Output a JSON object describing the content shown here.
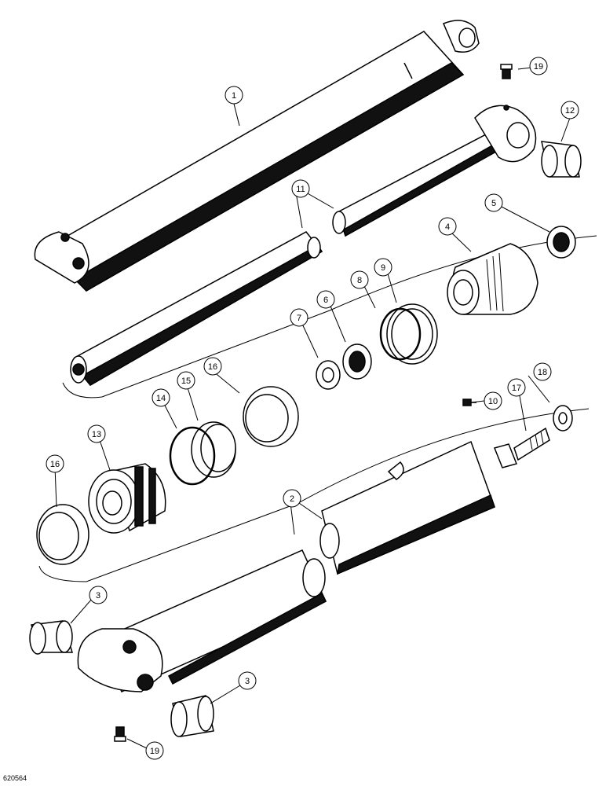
{
  "figure_id": "620564",
  "callouts": [
    {
      "id": "c1",
      "label": "1"
    },
    {
      "id": "c2",
      "label": "2"
    },
    {
      "id": "c3a",
      "label": "3"
    },
    {
      "id": "c3b",
      "label": "3"
    },
    {
      "id": "c4",
      "label": "4"
    },
    {
      "id": "c5",
      "label": "5"
    },
    {
      "id": "c6",
      "label": "6"
    },
    {
      "id": "c7",
      "label": "7"
    },
    {
      "id": "c8",
      "label": "8"
    },
    {
      "id": "c9",
      "label": "9"
    },
    {
      "id": "c10",
      "label": "10"
    },
    {
      "id": "c11",
      "label": "11"
    },
    {
      "id": "c12",
      "label": "12"
    },
    {
      "id": "c13",
      "label": "13"
    },
    {
      "id": "c14",
      "label": "14"
    },
    {
      "id": "c15",
      "label": "15"
    },
    {
      "id": "c16a",
      "label": "16"
    },
    {
      "id": "c16b",
      "label": "16"
    },
    {
      "id": "c17",
      "label": "17"
    },
    {
      "id": "c18",
      "label": "18"
    },
    {
      "id": "c19a",
      "label": "19"
    },
    {
      "id": "c19b",
      "label": "19"
    }
  ]
}
